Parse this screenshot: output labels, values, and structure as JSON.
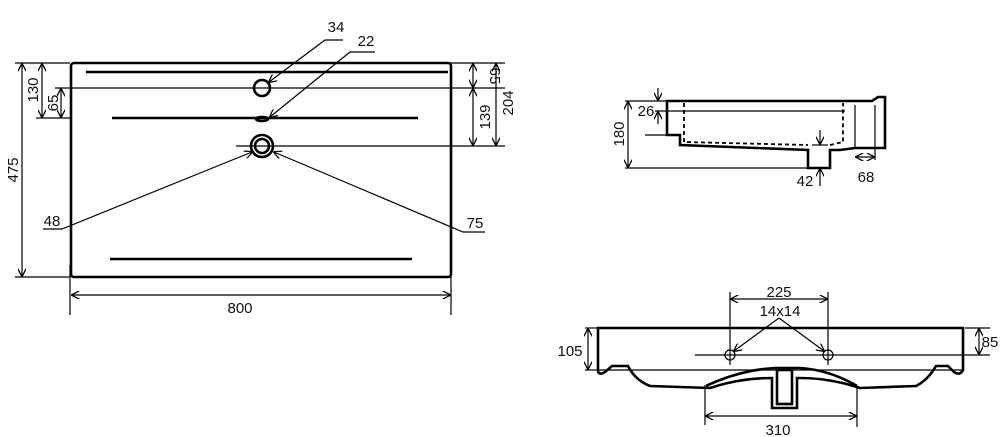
{
  "top_view": {
    "width": "800",
    "depth": "475",
    "dim_130": "130",
    "dim_65_left": "65",
    "dim_65_right": "65",
    "dim_139": "139",
    "dim_204": "204",
    "tap_hole": "34",
    "overflow_slot": "22",
    "drain_inner": "48",
    "drain_outer": "75"
  },
  "side_view": {
    "height": "180",
    "rim": "26",
    "drain": "42",
    "back": "68"
  },
  "front_view": {
    "hole_spacing": "225",
    "mount_holes": "14x14",
    "height": "105",
    "hole_height": "85",
    "bowl_width": "310"
  }
}
